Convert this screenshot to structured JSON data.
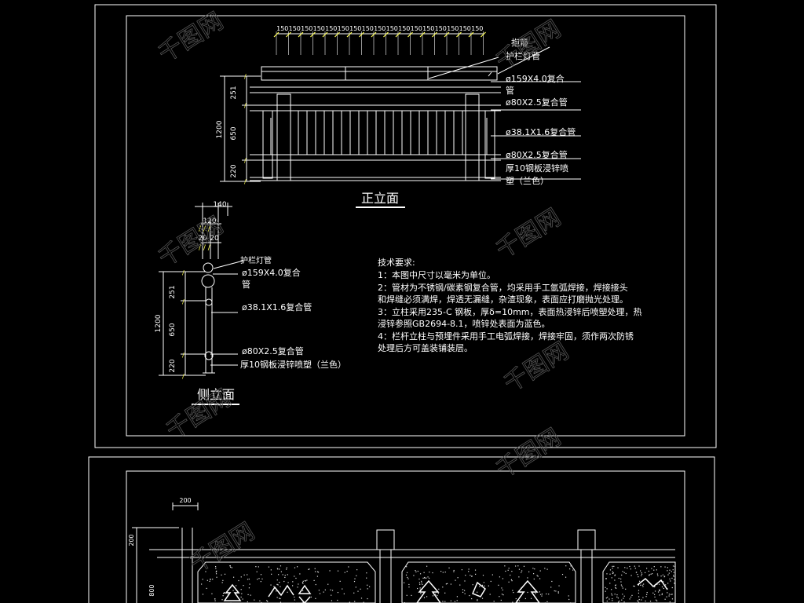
{
  "front": {
    "title": "正立面",
    "dims_top": [
      "150",
      "150",
      "150",
      "150",
      "150",
      "150",
      "150",
      "150",
      "150",
      "150",
      "150",
      "150",
      "150",
      "150",
      "150",
      "150",
      "150"
    ],
    "dims_left": [
      "251",
      "650",
      "220"
    ],
    "total": "1200",
    "labels": [
      "抱箍",
      "护栏灯管",
      "ø159X4.0复合",
      "管",
      "ø80X2.5复合管",
      "ø38.1X1.6复合管",
      "ø80X2.5复合管",
      "厚10钢板浸锌喷",
      "塑（兰色）"
    ]
  },
  "side": {
    "title": "侧立面",
    "dims_top": [
      "140",
      "120",
      "20",
      "20"
    ],
    "dims_left": [
      "251",
      "650",
      "220"
    ],
    "total": "1200",
    "labels": [
      "护栏灯管",
      "ø159X4.0复合",
      "管",
      "ø38.1X1.6复合管",
      "ø80X2.5复合管",
      "厚10钢板浸锌喷塑（兰色）"
    ]
  },
  "tech": {
    "heading": "技术要求:",
    "lines": [
      "1：本图中尺寸以毫米为单位。",
      "2：管材为不锈钢/碳素钢复合管，均采用手工氩弧焊接，焊接接头",
      "和焊缝必须满焊，焊透无漏缝，杂渣现象，表面应打磨抛光处理。",
      "3：立柱采用235-C  钢板，厚δ=10mm，表面热浸锌后喷塑处理，热",
      "浸锌参照GB2694-8.1，喷锌处表面为蓝色。",
      "4：栏杆立柱与预埋件采用手工电弧焊接，焊接牢固，须作两次防锈",
      "处理后方可盖装铺装层。"
    ]
  },
  "lower": {
    "dims": [
      "200",
      "200",
      "800"
    ]
  },
  "watermark": "千图网"
}
